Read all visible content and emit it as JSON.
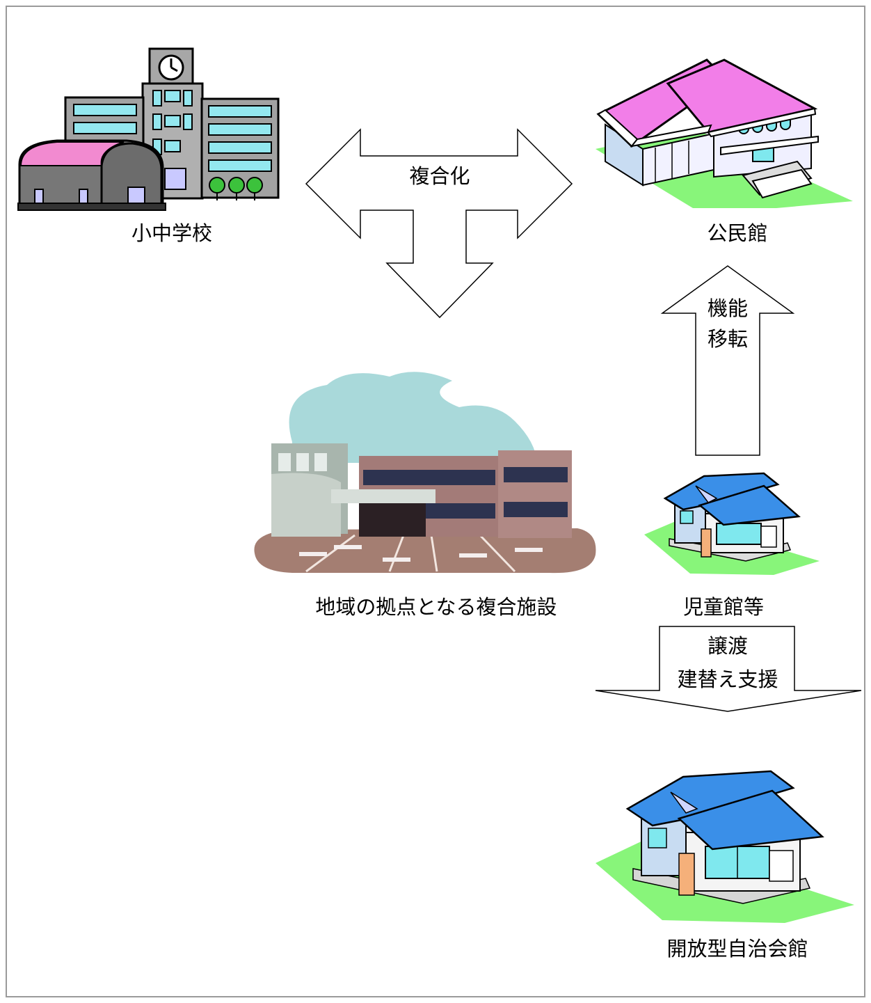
{
  "labels": {
    "school": "小中学校",
    "community_hall": "公民館",
    "complex": "地域の拠点となる複合施設",
    "children_hall": "児童館等",
    "open_hall": "開放型自治会館"
  },
  "arrows": {
    "combine": "複合化",
    "transfer_line1": "機能",
    "transfer_line2": "移転",
    "handover_line1": "譲渡",
    "handover_line2": "建替え支援"
  },
  "colors": {
    "pink_roof": "#f27ee8",
    "blue_roof": "#3a8fe8",
    "grass": "#88f57a",
    "window": "#7fe8ee",
    "cloud": "#a9d9da",
    "brick": "#a37b78"
  }
}
